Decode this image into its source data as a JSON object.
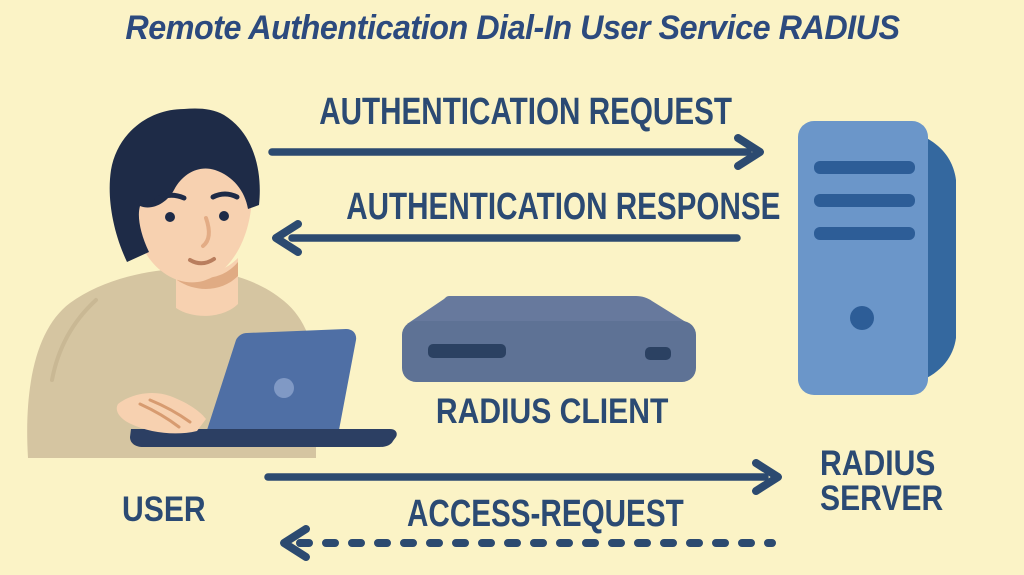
{
  "title": "Remote Authentication Dial-In User Service RADIUS",
  "colors": {
    "background": "#FBF3C6",
    "ink": "#2B4A73",
    "arrow": "#2C4A70",
    "server_front": "#6B96C9",
    "server_side": "#34689F",
    "server_detail": "#2D5D97",
    "client_top": "#67799D",
    "client_front": "#5E7295",
    "client_detail": "#2B4162",
    "laptop_lid": "#4F6FA5",
    "laptop_base": "#2C3F63",
    "skin": "#F7D1B0",
    "hair": "#1E2B47",
    "sweater": "#D5C5A1"
  },
  "entities": {
    "user": {
      "label": "USER"
    },
    "radius_client": {
      "label": "RADIUS CLIENT"
    },
    "radius_server": {
      "label": "RADIUS SERVER"
    }
  },
  "flows": {
    "authentication_request": {
      "label": "AUTHENTICATION REQUEST",
      "direction": "right",
      "line": "solid"
    },
    "authentication_response": {
      "label": "AUTHENTICATION RESPONSE",
      "direction": "left",
      "line": "solid"
    },
    "access_request": {
      "label": "ACCESS-REQUEST",
      "forward": {
        "direction": "right",
        "line": "solid"
      },
      "return": {
        "direction": "left",
        "line": "dashed"
      }
    }
  }
}
